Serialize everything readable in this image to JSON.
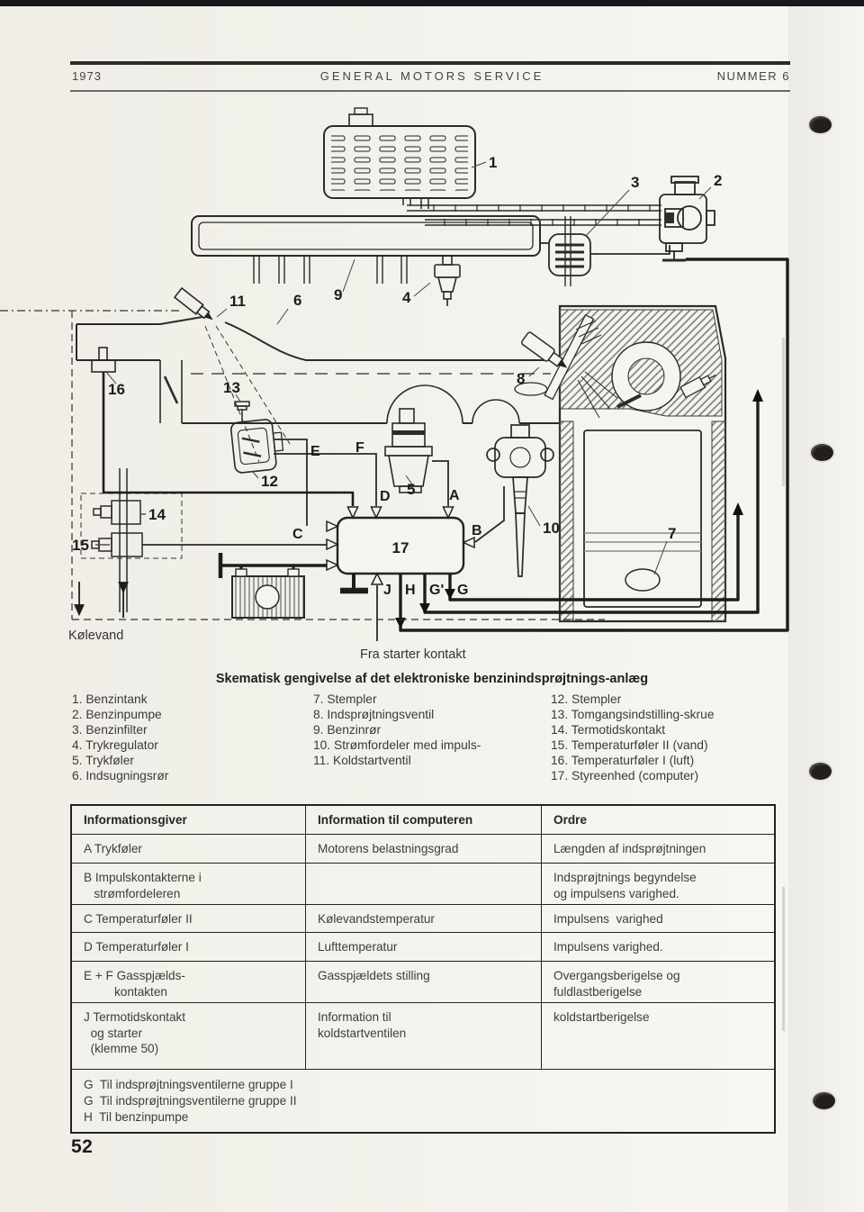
{
  "header": {
    "year": "1973",
    "title": "GENERAL MOTORS SERVICE",
    "issue": "NUMMER 6"
  },
  "diagram": {
    "caption": "Skematisk gengivelse af det elektroniske benzinindsprøjtnings-anlæg",
    "coolant_label": "Kølevand",
    "starter_label": "Fra starter kontakt",
    "nums": {
      "n1": "1",
      "n2": "2",
      "n3": "3",
      "n4": "4",
      "n5": "5",
      "n6": "6",
      "n7": "7",
      "n8": "8",
      "n9": "9",
      "n10": "10",
      "n11": "11",
      "n12": "12",
      "n13": "13",
      "n14": "14",
      "n15": "15",
      "n16": "16",
      "n17": "17"
    },
    "letters": {
      "A": "A",
      "B": "B",
      "C": "C",
      "D": "D",
      "E": "E",
      "F": "F",
      "J": "J",
      "H": "H",
      "Gp": "G'",
      "G": "G"
    }
  },
  "legend": {
    "col1": [
      "1. Benzintank",
      "2. Benzinpumpe",
      "3. Benzinfilter",
      "4. Trykregulator",
      "5. Trykføler",
      "6. Indsugningsrør"
    ],
    "col2": [
      "7. Stempler",
      "8. Indsprøjtningsventil",
      "9. Benzinrør",
      "10. Strømfordeler med impuls-",
      "11. Koldstartventil"
    ],
    "col3": [
      "12. Stempler",
      "13. Tomgangsindstilling-skrue",
      "14. Termotidskontakt",
      "15. Temperaturføler II (vand)",
      "16. Temperaturføler I  (luft)",
      "17. Styreenhed (computer)"
    ]
  },
  "table": {
    "headers": [
      "Informationsgiver",
      "Information til computeren",
      "Ordre"
    ],
    "rows": [
      {
        "giver": "A Trykføler",
        "info": "Motorens belastningsgrad",
        "ordre": "Længden af indsprøjtningen"
      },
      {
        "giver": "B Impulskontakterne i\n   strømfordeleren",
        "info": "",
        "ordre": "Indsprøjtnings begyndelse\nog impulsens varighed."
      },
      {
        "giver": "C Temperaturføler II",
        "info": "Kølevandstemperatur",
        "ordre": "Impulsens  varighed"
      },
      {
        "giver": "D Temperaturføler I",
        "info": "Lufttemperatur",
        "ordre": "Impulsens varighed."
      },
      {
        "giver": "E + F Gasspjælds-\n         kontakten",
        "info": "Gasspjældets stilling",
        "ordre": "Overgangsberigelse og\nfuldlastberigelse"
      },
      {
        "giver": "J Termotidskontakt\n  og starter\n  (klemme 50)",
        "info": "Information til\nkoldstartventilen",
        "ordre": "koldstartberigelse"
      }
    ],
    "footer": "G  Til indsprøjtningsventilerne gruppe I\nG  Til indsprøjtningsventilerne gruppe II\nH  Til benzinpumpe"
  },
  "footer": {
    "page_number": "52"
  }
}
